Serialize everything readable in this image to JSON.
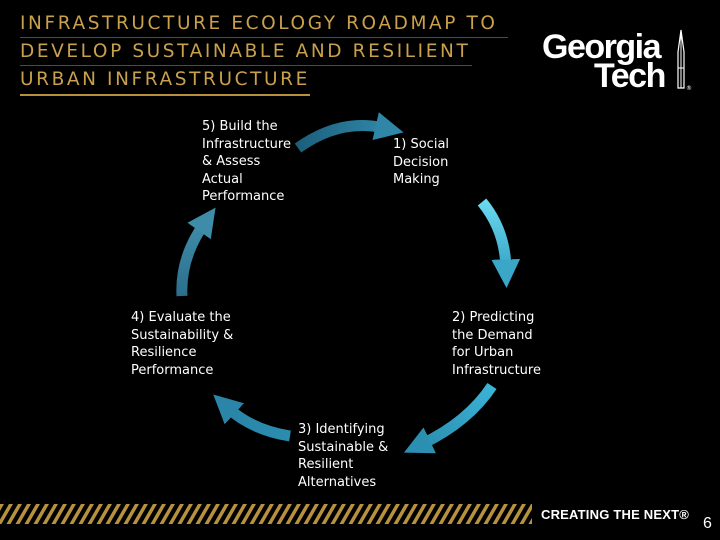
{
  "slide": {
    "title_lines": [
      "INFRASTRUCTURE ECOLOGY ROADMAP TO",
      "DEVELOP SUSTAINABLE AND RESILIENT",
      "URBAN INFRASTRUCTURE"
    ],
    "logo": {
      "line1": "Georgia",
      "line2": "Tech",
      "icon": "tech-tower-icon"
    },
    "steps": [
      {
        "lines": [
          "1) Social",
          "Decision",
          "Making"
        ]
      },
      {
        "lines": [
          "2) Predicting",
          "the Demand",
          "for Urban",
          "Infrastructure"
        ]
      },
      {
        "lines": [
          "3) Identifying",
          "Sustainable &",
          "Resilient",
          "Alternatives"
        ]
      },
      {
        "lines": [
          "4) Evaluate the",
          "Sustainability &",
          "Resilience",
          "Performance"
        ]
      },
      {
        "lines": [
          "5) Build the",
          "Infrastructure",
          "& Assess",
          "Actual",
          "Performance"
        ]
      }
    ],
    "footer": {
      "tagline": "CREATING THE NEXT®",
      "page_number": "6"
    },
    "colors": {
      "title": "#c9a04c",
      "arrow_light": "#5fd0e6",
      "arrow_dark": "#1f6f8f",
      "background": "#000000"
    }
  }
}
